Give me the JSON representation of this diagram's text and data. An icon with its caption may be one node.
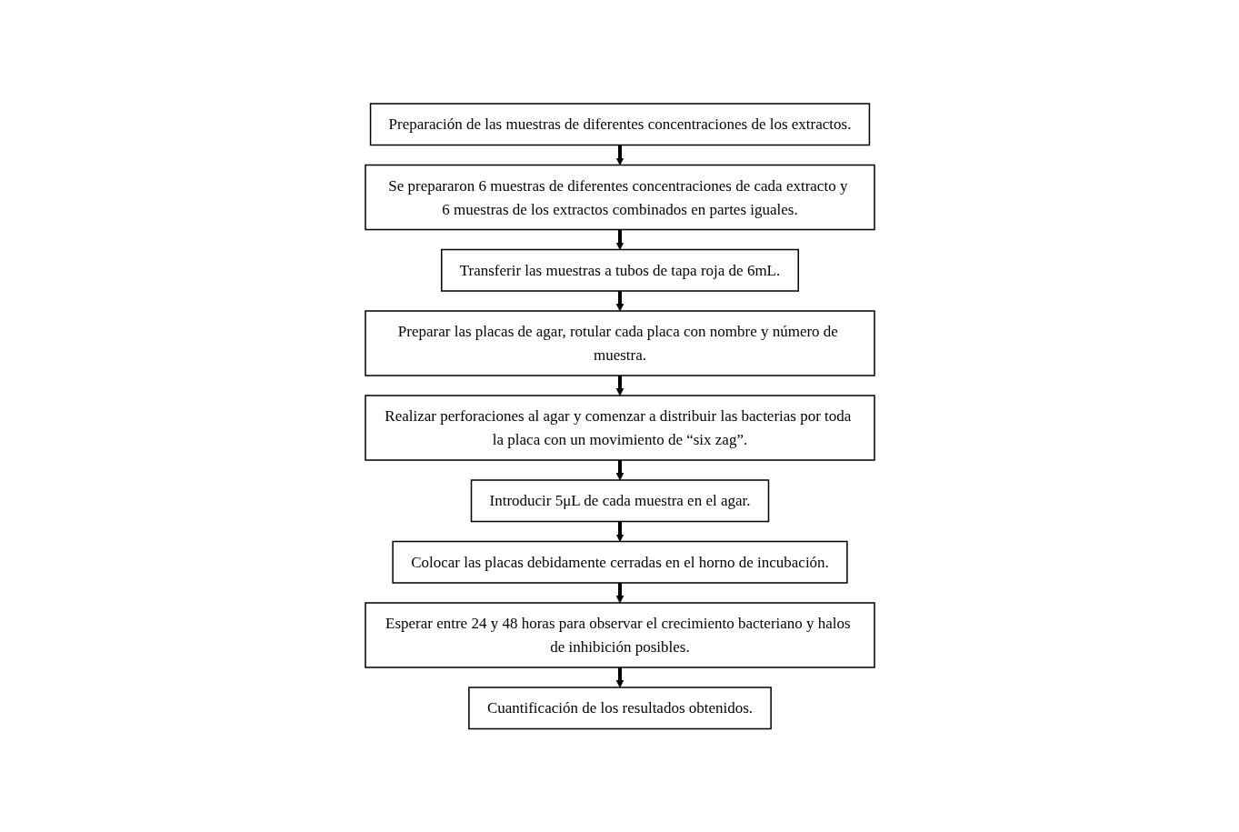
{
  "diagram": {
    "nodes": [
      {
        "text": [
          "Preparación de las muestras de diferentes concentraciones de los extractos."
        ]
      },
      {
        "text": [
          "Se prepararon 6 muestras de diferentes concentraciones de cada extracto y 6 muestras de los extractos combinados en partes iguales."
        ]
      },
      {
        "text": [
          "Transferir las muestras a tubos de tapa roja de 6mL."
        ]
      },
      {
        "text": [
          "Preparar las placas de agar, rotular cada placa con nombre y número de muestra."
        ]
      },
      {
        "text": [
          "Realizar perforaciones al agar y comenzar a distribuir las bacterias por toda la placa con un movimiento de “six zag”."
        ]
      },
      {
        "text": [
          "Introducir 5μL de cada muestra en el agar."
        ]
      },
      {
        "text": [
          "Colocar las placas debidamente cerradas en el horno de incubación."
        ]
      },
      {
        "text": [
          "Esperar entre 24 y 48 horas para observar el crecimiento bacteriano y halos de inhibición posibles."
        ]
      },
      {
        "text": [
          "Cuantificación de los resultados obtenidos."
        ]
      }
    ],
    "edges": [
      {
        "from": 0,
        "to": 1,
        "arrow": "to"
      },
      {
        "from": 1,
        "to": 2,
        "arrow": "to"
      },
      {
        "from": 2,
        "to": 3,
        "arrow": "to"
      },
      {
        "from": 3,
        "to": 4,
        "arrow": "to"
      },
      {
        "from": 4,
        "to": 5,
        "arrow": "to"
      },
      {
        "from": 5,
        "to": 6,
        "arrow": "to"
      },
      {
        "from": 6,
        "to": 7,
        "arrow": "to"
      },
      {
        "from": 7,
        "to": 8,
        "arrow": "to"
      }
    ]
  }
}
